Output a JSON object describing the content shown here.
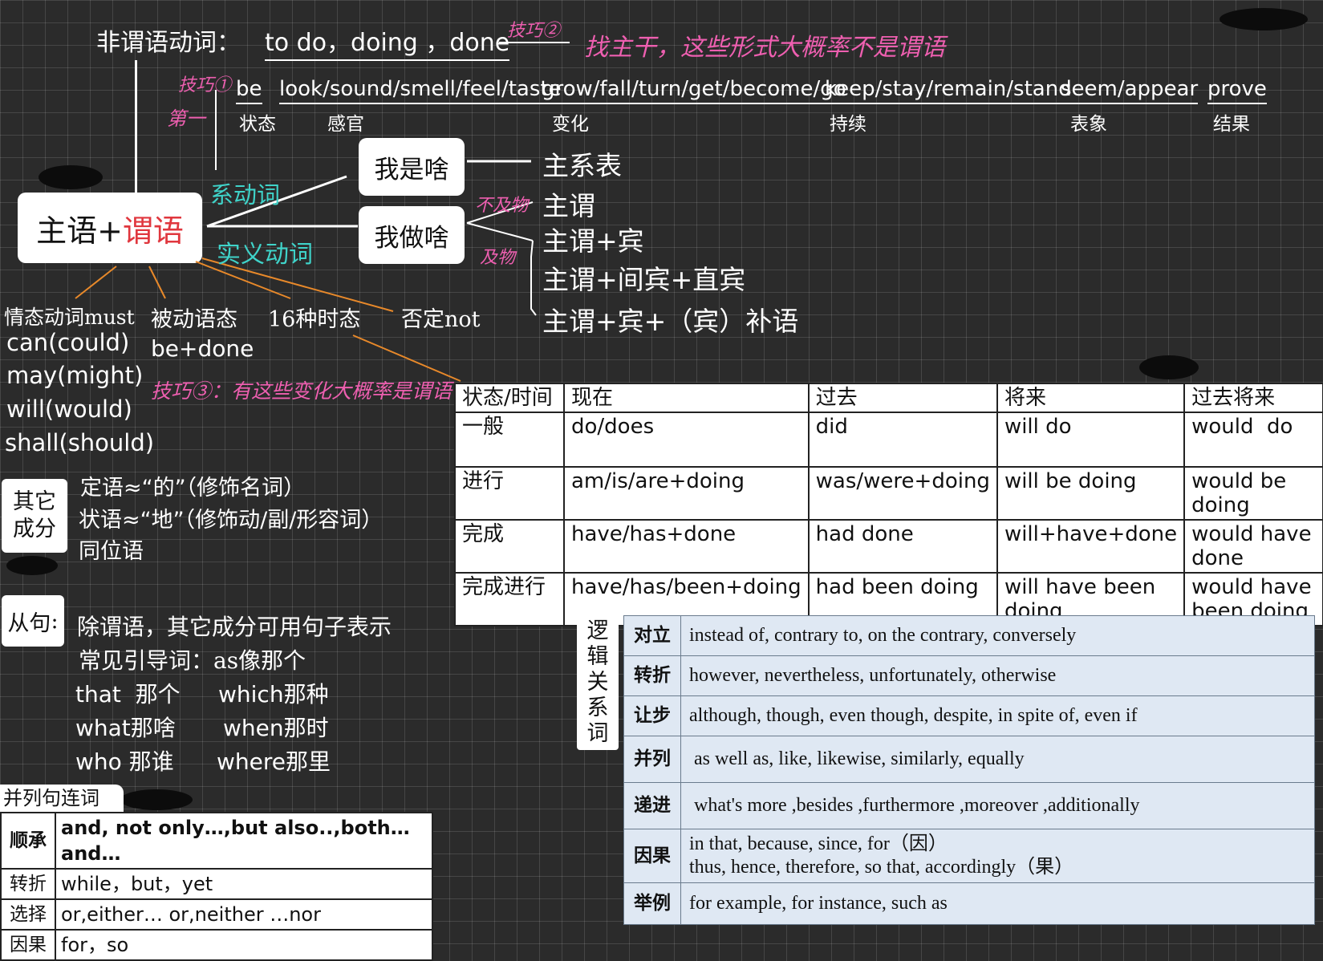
{
  "top": {
    "nonfinite_label": "非谓语动词：",
    "nonfinite_forms": "to do，doing ，done",
    "tip2_handwritten": "技巧②",
    "tip2_note": "找主干，这些形式大概率不是谓语"
  },
  "linking": {
    "tip1_handwritten": "技巧①",
    "tip1_sub": "第一",
    "verbs": [
      {
        "word": "be",
        "meaning": "状态"
      },
      {
        "word": "look/sound/smell/feel/taste",
        "meaning": "感官"
      },
      {
        "word": "grow/fall/turn/get/become/go",
        "meaning": "变化"
      },
      {
        "word": "keep/stay/remain/stand",
        "meaning": "持续"
      },
      {
        "word": "seem/appear",
        "meaning": "表象"
      },
      {
        "word": "prove",
        "meaning": "结果"
      }
    ]
  },
  "core": {
    "subject": "主语+",
    "predicate": "谓语",
    "linking_verb": "系动词",
    "action_verb": "实义动词",
    "who_am_i": "我是啥",
    "what_do_i_do": "我做啥",
    "svc": "主系表",
    "intransitive": "不及物",
    "transitive": "及物",
    "patterns": [
      "主谓",
      "主谓+宾",
      "主谓+间宾+直宾",
      "主谓+宾+（宾）补语"
    ]
  },
  "branches": {
    "modal": "情态动词must",
    "modal_list": [
      "can(could)",
      "may(might)",
      "will(would)",
      "shall(should)"
    ],
    "passive": "被动语态",
    "passive_form": "be+done",
    "tenses": "16种时态",
    "negation": "否定not",
    "tip3": "技巧③：有这些变化大概率是谓语"
  },
  "tense_table": {
    "headers": [
      "状态/时间",
      "现在",
      "过去",
      "将来",
      "过去将来"
    ],
    "rows": [
      [
        "一般",
        "do/does",
        "did",
        "will do",
        "would  do"
      ],
      [
        "进行",
        "am/is/are+doing",
        "was/were+doing",
        "will be doing",
        "would be doing"
      ],
      [
        "完成",
        "have/has+done",
        "had done",
        "will+have+done",
        "would have done"
      ],
      [
        "完成进行",
        "have/has/been+doing",
        "had been doing",
        "will have been doing",
        "would have been doing"
      ]
    ]
  },
  "other": {
    "label": "其它成分",
    "lines": [
      "定语≈“的”（修饰名词）",
      "状语≈“地”（修饰动/副/形容词）",
      "同位语"
    ]
  },
  "clause": {
    "label": "从句",
    "line1": "除谓语，其它成分可用句子表示",
    "line2": "常见引导词：as像那个",
    "pairs": [
      [
        "that  那个",
        "which那种"
      ],
      [
        "what那啥",
        "when那时"
      ],
      [
        "who 那谁",
        "where那里"
      ]
    ]
  },
  "conj": {
    "title": "并列句连词",
    "rows": [
      [
        "顺承",
        "and, not only…,but also..,both…and…"
      ],
      [
        "转折",
        "while，but，yet"
      ],
      [
        "选择",
        "or,either… or,neither …nor"
      ],
      [
        "因果",
        "for，so"
      ]
    ]
  },
  "logic": {
    "label": "逻辑关系词",
    "rows": [
      [
        "对立",
        "instead of, contrary to, on the contrary, conversely"
      ],
      [
        "转折",
        "however, nevertheless, unfortunately, otherwise"
      ],
      [
        "让步",
        "although, though, even though, despite, in spite of, even if"
      ],
      [
        "并列",
        " as well as, like, likewise, similarly, equally"
      ],
      [
        "递进",
        " what's more ,besides ,furthermore ,moreover ,additionally"
      ],
      [
        "因果",
        "in that, because, since, for（因）",
        "thus, hence, therefore, so that, accordingly（果）"
      ],
      [
        "举例",
        "for example, for instance, such as"
      ]
    ]
  }
}
